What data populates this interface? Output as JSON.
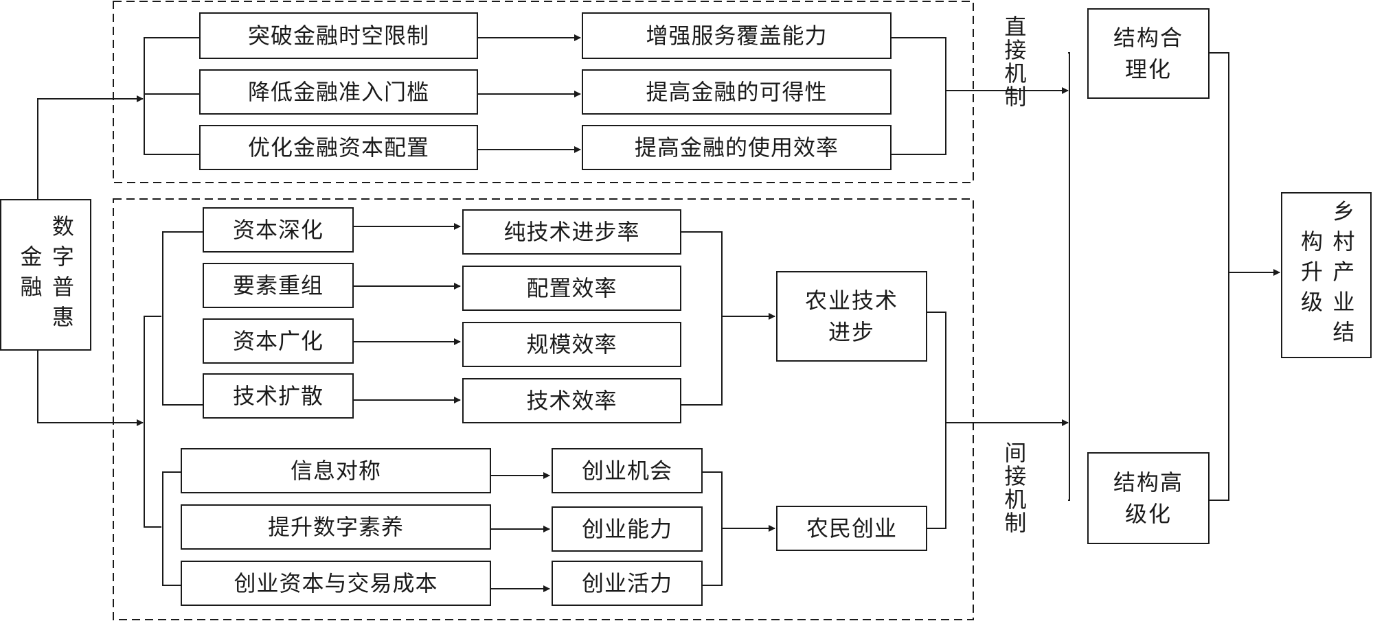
{
  "source": "数字普惠金融",
  "direct": {
    "mechanism_label": "直接机制",
    "causes": [
      "突破金融时空限制",
      "降低金融准入门槛",
      "优化金融资本配置"
    ],
    "effects": [
      "增强服务覆盖能力",
      "提高金融的可得性",
      "提高金融的使用效率"
    ]
  },
  "indirect": {
    "mechanism_label": "间接机制",
    "tech": {
      "causes": [
        "资本深化",
        "要素重组",
        "资本广化",
        "技术扩散"
      ],
      "effects": [
        "纯技术进步率",
        "配置效率",
        "规模效率",
        "技术效率"
      ],
      "result": "农业技术进步"
    },
    "entrepreneurship": {
      "causes": [
        "信息对称",
        "提升数字素养",
        "创业资本与交易成本"
      ],
      "effects": [
        "创业机会",
        "创业能力",
        "创业活力"
      ],
      "result": "农民创业"
    }
  },
  "outcomes": [
    "结构合理化",
    "结构高级化"
  ],
  "goal": "乡村产业结构升级"
}
